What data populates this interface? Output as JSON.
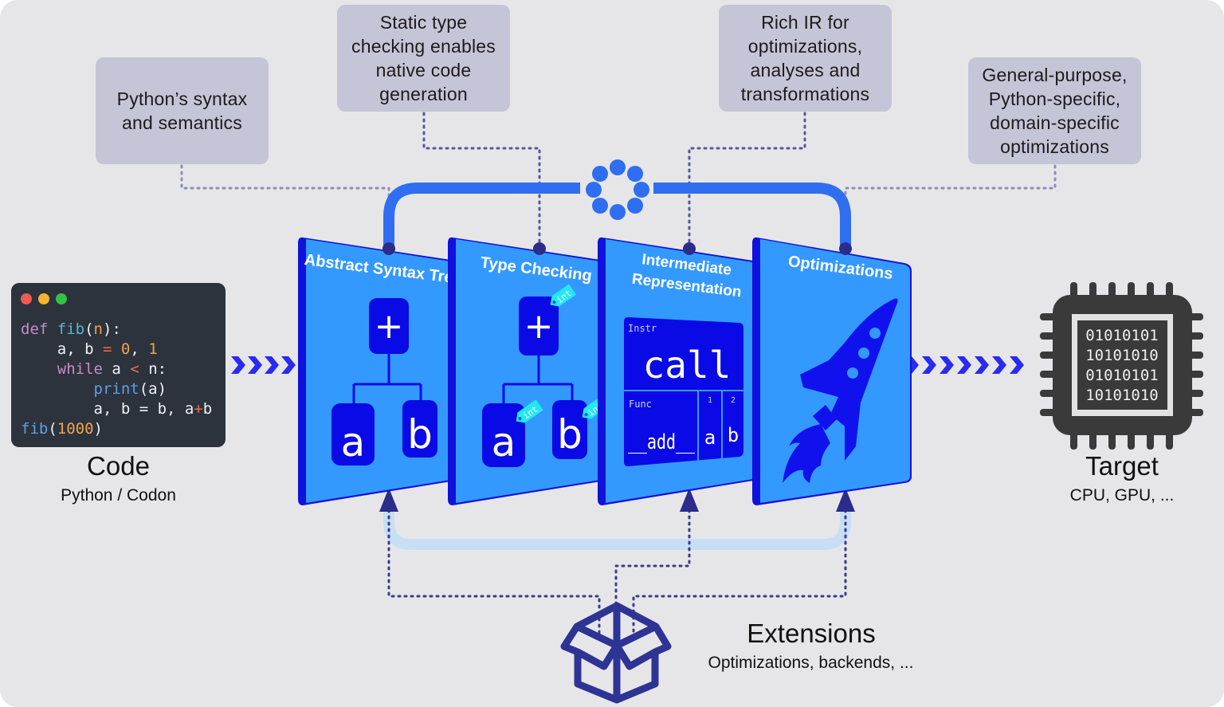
{
  "notes": [
    {
      "id": "syntax",
      "lines": [
        "Python’s syntax",
        "and semantics"
      ]
    },
    {
      "id": "typecheck",
      "lines": [
        "Static type",
        "checking enables",
        "native code",
        "generation"
      ]
    },
    {
      "id": "ir",
      "lines": [
        "Rich IR for",
        "optimizations,",
        "analyses and",
        "transformations"
      ]
    },
    {
      "id": "opts",
      "lines": [
        "General-purpose,",
        "Python-specific,",
        "domain-specific",
        "optimizations"
      ]
    }
  ],
  "code_panel": {
    "window_dots": [
      "#ee5b52",
      "#f3b531",
      "#34c244"
    ],
    "lines": [
      [
        {
          "t": "def ",
          "c": "kw"
        },
        {
          "t": "fib",
          "c": "fn"
        },
        {
          "t": "(",
          "c": ""
        },
        {
          "t": "n",
          "c": "num"
        },
        {
          "t": "):",
          "c": ""
        }
      ],
      [
        {
          "t": "    a, b ",
          "c": ""
        },
        {
          "t": "=",
          "c": "op"
        },
        {
          "t": " ",
          "c": ""
        },
        {
          "t": "0",
          "c": "num"
        },
        {
          "t": ", ",
          "c": ""
        },
        {
          "t": "1",
          "c": "num"
        }
      ],
      [
        {
          "t": "    ",
          "c": ""
        },
        {
          "t": "while",
          "c": "kw"
        },
        {
          "t": " a ",
          "c": ""
        },
        {
          "t": "<",
          "c": "op"
        },
        {
          "t": " n:",
          "c": ""
        }
      ],
      [
        {
          "t": "        ",
          "c": ""
        },
        {
          "t": "print",
          "c": "bi"
        },
        {
          "t": "(a)",
          "c": ""
        }
      ],
      [
        {
          "t": "        a, b = b, a",
          "c": ""
        },
        {
          "t": "+",
          "c": "op"
        },
        {
          "t": "b",
          "c": ""
        }
      ],
      [
        {
          "t": "fib",
          "c": "bi"
        },
        {
          "t": "(",
          "c": ""
        },
        {
          "t": "1000",
          "c": "num"
        },
        {
          "t": ")",
          "c": ""
        }
      ]
    ],
    "title": "Code",
    "subtitle": "Python / Codon"
  },
  "stages": [
    {
      "id": "ast",
      "title_lines": [
        "Abstract Syntax Tree"
      ],
      "root": "+",
      "left": "a",
      "right": "b"
    },
    {
      "id": "types",
      "title_lines": [
        "Type Checking"
      ],
      "root": "+",
      "left": "a",
      "right": "b",
      "tag": "int"
    },
    {
      "id": "ir",
      "title_lines": [
        "Intermediate",
        "Representation"
      ],
      "instr_label": "Instr",
      "instr_value": "call",
      "func_label": "Func",
      "func_value": "__add__",
      "arg_indices": [
        "1",
        "2"
      ],
      "args": [
        "a",
        "b"
      ]
    },
    {
      "id": "opt",
      "title_lines": [
        "Optimizations"
      ],
      "icon": "rocket-icon"
    }
  ],
  "target": {
    "title": "Target",
    "subtitle": "CPU, GPU, ...",
    "bits": [
      "01010101",
      "10101010",
      "01010101",
      "10101010"
    ]
  },
  "extensions": {
    "title": "Extensions",
    "subtitle": "Optimizations, backends, ..."
  },
  "colors": {
    "background": "#e6e6e8",
    "note_fill": "#c5c5d8",
    "stage_fill": "#3399ff",
    "stage_edge": "#1111dd",
    "node_fill": "#0a0ae6",
    "tag_fill": "#22e8f0",
    "connector": "#2c2c8a",
    "arrows": "#2a2af0",
    "loop": "#2f6ef0",
    "ext_loop": "#c8def5",
    "chip": "#3a3a3a"
  }
}
